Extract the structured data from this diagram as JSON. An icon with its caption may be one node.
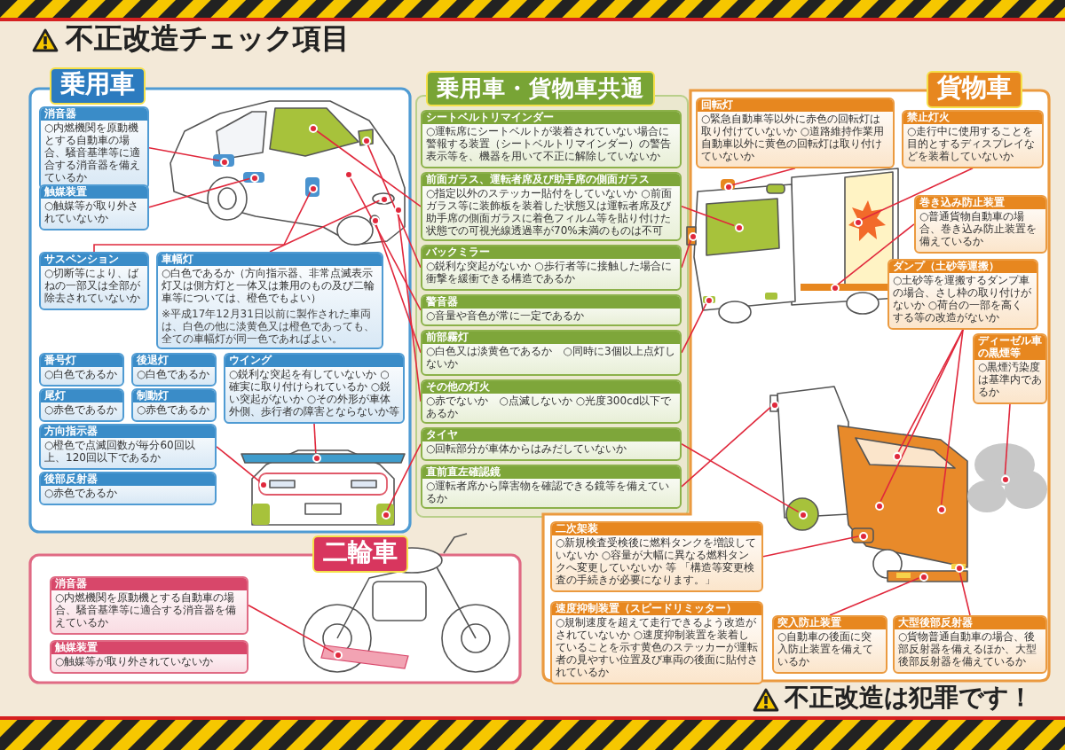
{
  "diagram": {
    "title": "不正改造チェック項目",
    "nodes": [
      {
        "text": [
          "乗用車"
        ]
      },
      {
        "text": [
          "消音器",
          "○内燃機関を原動機とする自動車の場合、騒音基準等に適合する消音器を備えているか"
        ],
        "in": 0
      },
      {
        "text": [
          "触媒装置",
          "○触媒等が取り外されていないか"
        ],
        "in": 0
      },
      {
        "text": [
          "サスペンション",
          "○切断等により、ばねの一部又は全部が除去されていないか"
        ],
        "in": 0
      },
      {
        "text": [
          "車幅灯",
          "○白色であるか（方向指示器、非常点滅表示灯又は側方灯と一体又は兼用のもの及び二輪車等については、橙色でもよい）",
          "※平成17年12月31日以前に製作された車両は、白色の他に淡黄色又は橙色であっても、全ての車幅灯が同一色であればよい。"
        ],
        "in": 0
      },
      {
        "text": [
          "番号灯",
          "○白色であるか"
        ],
        "in": 0
      },
      {
        "text": [
          "後退灯",
          "○白色であるか"
        ],
        "in": 0
      },
      {
        "text": [
          "尾灯",
          "○赤色であるか"
        ],
        "in": 0
      },
      {
        "text": [
          "制動灯",
          "○赤色であるか"
        ],
        "in": 0
      },
      {
        "text": [
          "方向指示器",
          "○橙色で点滅回数が毎分60回以上、120回以下であるか"
        ],
        "in": 0
      },
      {
        "text": [
          "後部反射器",
          "○赤色であるか"
        ],
        "in": 0
      },
      {
        "text": [
          "ウイング",
          "○鋭利な突起を有していないか ○確実に取り付けられているか ○鋭い突起がないか ○その外形が車体外側、歩行者の障害とならないか等"
        ],
        "in": 0
      },
      {
        "text": [
          "二輪車"
        ]
      },
      {
        "text": [
          "消音器",
          "○内燃機関を原動機とする自動車の場合、騒音基準等に適合する消音器を備えているか"
        ],
        "in": 12
      },
      {
        "text": [
          "触媒装置",
          "○触媒等が取り外されていないか"
        ],
        "in": 12
      },
      {
        "text": [
          "乗用車・貨物車共通"
        ]
      },
      {
        "text": [
          "シートベルトリマインダー",
          "○運転席にシートベルトが装着されていない場合に警報する装置（シートベルトリマインダー）の警告表示等を、機器を用いて不正に解除していないか"
        ],
        "in": 15
      },
      {
        "text": [
          "前面ガラス、運転者席及び助手席の側面ガラス",
          "○指定以外のステッカー貼付をしていないか ○前面ガラス等に装飾板を装着した状態又は運転者席及び助手席の側面ガラスに着色フィルム等を貼り付けた状態での可視光線透過率が70%未満のものは不可"
        ],
        "in": 15
      },
      {
        "text": [
          "バックミラー",
          "○鋭利な突起がないか ○歩行者等に接触した場合に衝撃を緩衝できる構造であるか"
        ],
        "in": 15
      },
      {
        "text": [
          "警音器",
          "○音量や音色が常に一定であるか"
        ],
        "in": 15
      },
      {
        "text": [
          "前部霧灯",
          "○白色又は淡黄色であるか　○同時に3個以上点灯しないか"
        ],
        "in": 15
      },
      {
        "text": [
          "その他の灯火",
          "○赤でないか　○点滅しないか ○光度300cd以下であるか"
        ],
        "in": 15
      },
      {
        "text": [
          "タイヤ",
          "○回転部分が車体からはみだしていないか"
        ],
        "in": 15
      },
      {
        "text": [
          "直前直左確認鏡",
          "○運転者席から障害物を確認できる鏡等を備えているか"
        ],
        "in": 15
      },
      {
        "text": [
          "貨物車"
        ]
      },
      {
        "text": [
          "回転灯",
          "○緊急自動車等以外に赤色の回転灯は取り付けていないか ○道路維持作業用自動車以外に黄色の回転灯は取り付けていないか"
        ],
        "in": 24
      },
      {
        "text": [
          "禁止灯火",
          "○走行中に使用することを目的とするディスプレイなどを装着していないか"
        ],
        "in": 24
      },
      {
        "text": [
          "巻き込み防止装置",
          "○普通貨物自動車の場合、巻き込み防止装置を備えているか"
        ],
        "in": 24
      },
      {
        "text": [
          "ダンプ（土砂等運搬）",
          "○土砂等を運搬するダンプ車の場合、さし枠の取り付けがないか ○荷台の一部を高くする等の改造がないか"
        ],
        "in": 24
      },
      {
        "text": [
          "ディーゼル車の黒煙等",
          "○黒煙汚染度は基準内であるか"
        ],
        "in": 24
      },
      {
        "text": [
          "二次架装",
          "○新規検査受検後に燃料タンクを増設していないか ○容量が大幅に異なる燃料タンクへ変更していないか 等 「構造等変更検査の手続きが必要になります。」"
        ],
        "in": 24
      },
      {
        "text": [
          "速度抑制装置（スピードリミッター）",
          "○規制速度を超えて走行できるよう改造がされていないか ○速度抑制装置を装着していることを示す黄色のステッカーが運転者の見やすい位置及び車両の後面に貼付されているか"
        ],
        "in": 24
      },
      {
        "text": [
          "突入防止装置",
          "○自動車の後面に突入防止装置を備えているか"
        ],
        "in": 24
      },
      {
        "text": [
          "大型後部反射器",
          "○貨物普通自動車の場合、後部反射器を備えるほか、大型後部反射器を備えているか"
        ],
        "in": 24
      },
      {
        "text": [],
        "shape": "circle",
        "in": 0
      },
      {
        "text": [],
        "shape": "circle",
        "in": 0
      },
      {
        "text": [],
        "shape": "circle",
        "in": 0
      },
      {
        "text": [],
        "shape": "circle",
        "in": 0
      },
      {
        "text": [],
        "shape": "circle",
        "in": 0
      },
      {
        "text": [],
        "shape": "circle",
        "in": 0
      },
      {
        "text": [],
        "shape": "circle",
        "in": 0
      },
      {
        "text": [],
        "shape": "circle",
        "in": 0
      },
      {
        "text": [],
        "shape": "circle",
        "in": 0
      },
      {
        "text": [],
        "shape": "circle",
        "in": 0
      },
      {
        "text": [],
        "shape": "circle",
        "in": 0
      },
      {
        "text": [],
        "shape": "circle",
        "in": 0
      },
      {
        "text": [],
        "shape": "circle",
        "in": 12
      },
      {
        "text": [],
        "shape": "circle",
        "in": 24
      },
      {
        "text": [],
        "shape": "circle",
        "in": 24
      },
      {
        "text": [],
        "shape": "circle",
        "in": 24
      },
      {
        "text": [],
        "shape": "circle",
        "in": 24
      },
      {
        "text": [],
        "shape": "circle",
        "in": 24
      },
      {
        "text": [],
        "shape": "circle",
        "in": 24
      },
      {
        "text": [],
        "shape": "circle",
        "in": 24
      },
      {
        "text": [],
        "shape": "circle",
        "in": 24
      },
      {
        "text": [],
        "shape": "circle",
        "in": 24
      },
      {
        "text": [],
        "shape": "circle",
        "in": 24
      },
      {
        "text": [],
        "shape": "circle",
        "in": 24
      },
      {
        "text": [],
        "shape": "circle",
        "in": 24
      },
      {
        "text": [],
        "shape": "circle",
        "in": 24
      },
      {
        "text": [],
        "shape": "circle",
        "in": 24
      },
      {
        "text": [],
        "shape": "circle",
        "in": 24
      }
    ],
    "edges": [
      {
        "from": 1,
        "to": 34,
        "arrow": "none"
      },
      {
        "from": 2,
        "to": 35,
        "arrow": "none"
      },
      {
        "from": 3,
        "to": 36,
        "arrow": "none"
      },
      {
        "from": 4,
        "to": 37,
        "arrow": "none"
      },
      {
        "from": 11,
        "to": 38,
        "arrow": "none"
      },
      {
        "from": 9,
        "to": 39,
        "arrow": "none"
      },
      {
        "from": 17,
        "to": 40,
        "arrow": "none"
      },
      {
        "from": 18,
        "to": 41,
        "arrow": "none"
      },
      {
        "from": 19,
        "to": 42,
        "arrow": "none"
      },
      {
        "from": 20,
        "to": 43,
        "arrow": "none"
      },
      {
        "from": 21,
        "to": 44,
        "arrow": "none"
      },
      {
        "from": 22,
        "to": 45,
        "arrow": "none"
      },
      {
        "from": 13,
        "to": 46,
        "arrow": "none"
      },
      {
        "from": 17,
        "to": 47,
        "arrow": "none"
      },
      {
        "from": 18,
        "to": 48,
        "arrow": "none"
      },
      {
        "from": 20,
        "to": 49,
        "arrow": "none"
      },
      {
        "from": 22,
        "to": 50,
        "arrow": "none"
      },
      {
        "from": 23,
        "to": 51,
        "arrow": "none"
      },
      {
        "from": 25,
        "to": 52,
        "arrow": "none"
      },
      {
        "from": 26,
        "to": 53,
        "arrow": "none"
      },
      {
        "from": 27,
        "to": 54,
        "arrow": "none"
      },
      {
        "from": 28,
        "to": 55,
        "arrow": "none"
      },
      {
        "from": 28,
        "to": 56,
        "arrow": "none"
      },
      {
        "from": 28,
        "to": 57,
        "arrow": "none"
      },
      {
        "from": 29,
        "to": 58,
        "arrow": "none"
      },
      {
        "from": 30,
        "to": 59,
        "arrow": "none"
      },
      {
        "from": 32,
        "to": 60,
        "arrow": "none"
      },
      {
        "from": 33,
        "to": 61,
        "arrow": "none"
      }
    ],
    "labels": [
      "不正改造は犯罪です！"
    ]
  }
}
